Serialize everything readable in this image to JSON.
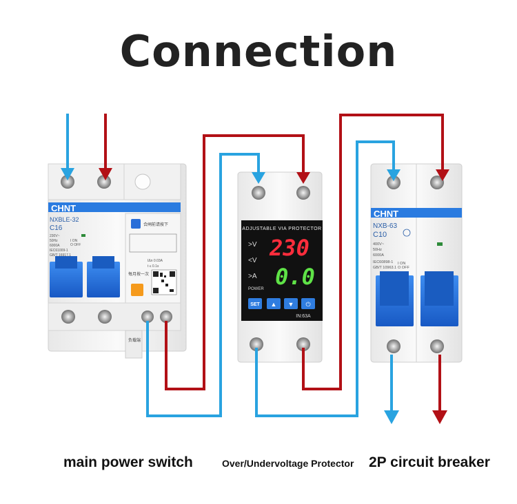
{
  "title": "Connection",
  "colors": {
    "live": "#b21016",
    "neutral": "#29a3e0",
    "breaker_blue": "#1f6fd6",
    "display_bg": "#111111"
  },
  "devices": {
    "main_switch": {
      "brand": "CHNT",
      "model": "NXBLE-32",
      "rating": "C16",
      "spec_lines": [
        "230V~",
        "50Hz",
        "6000A",
        "IEC61009-1",
        "GB/T 16917.1"
      ],
      "state_on": "I ON",
      "state_off": "O OFF",
      "rcd_note": "合闸前请按下",
      "rcd_current": "IΔn 0.03A",
      "rcd_time": "t ≤ 0.1s",
      "test_note": "每月按一次",
      "load_label": "负载端"
    },
    "protector": {
      "header": "ADJUSTABLE VIA PROTECTOR",
      "labels": [
        ">V",
        "<V",
        ">A",
        "POWER"
      ],
      "voltage_reading": "230",
      "current_reading": "0.0",
      "buttons": [
        "SET",
        "▲",
        "▼",
        "⏻"
      ],
      "rating": "IN:63A"
    },
    "circuit_breaker": {
      "brand": "CHNT",
      "model": "NXB-63",
      "rating": "C10",
      "spec_lines": [
        "400V~",
        "50Hz",
        "6000A",
        "IEC60898-1",
        "GB/T 10963.1"
      ],
      "state_on": "I ON",
      "state_off": "O OFF"
    }
  },
  "captions": {
    "main": "main power switch",
    "protector": "Over/Undervoltage Protector",
    "breaker": "2P circuit breaker"
  }
}
